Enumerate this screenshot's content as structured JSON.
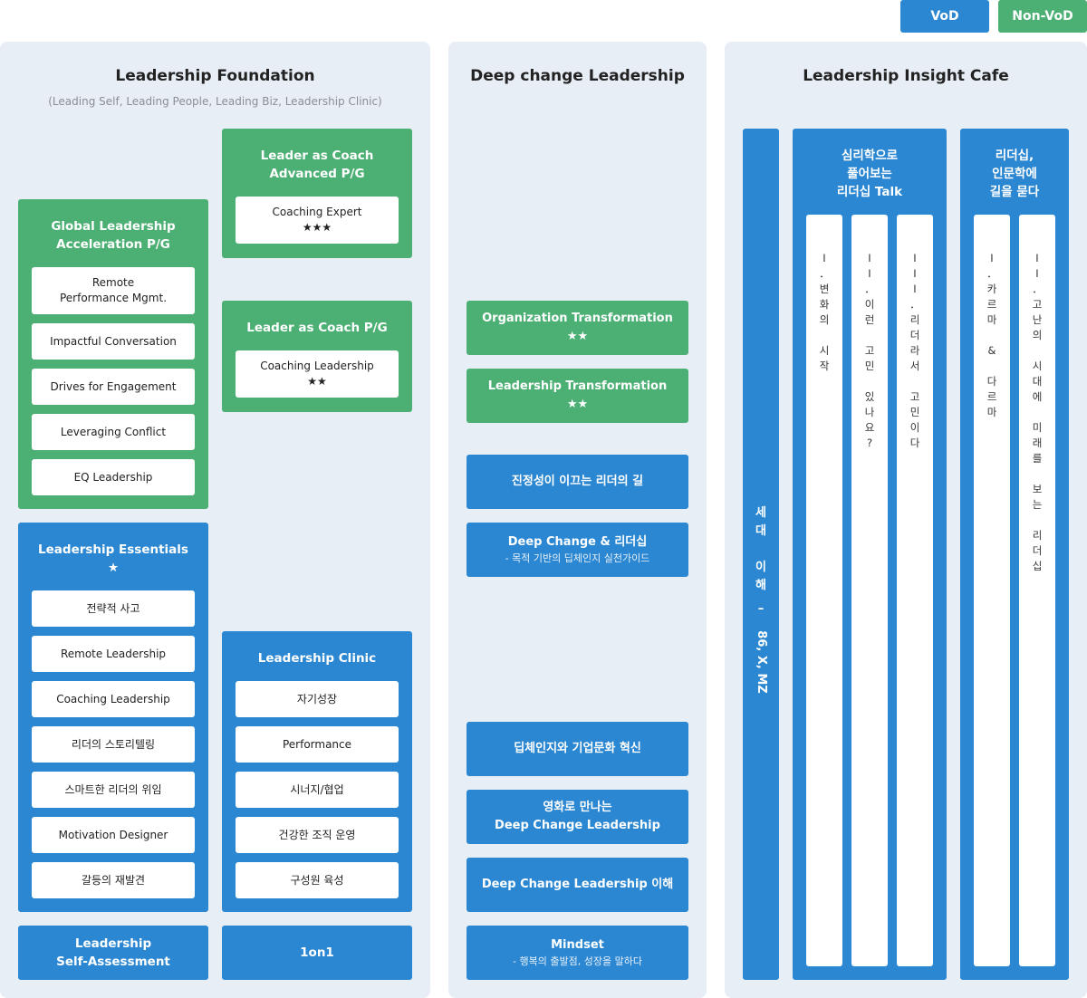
{
  "legend": {
    "vod": "VoD",
    "nonvod": "Non-VoD",
    "vod_color": "#2b87d1",
    "nonvod_color": "#4caf73"
  },
  "foundation": {
    "title": "Leadership Foundation",
    "subtitle": "(Leading Self, Leading People, Leading Biz, Leadership Clinic)",
    "coach_adv": {
      "title": "Leader as Coach\nAdvanced P/G",
      "item": "Coaching Expert\n★★★"
    },
    "coach": {
      "title": "Leader as Coach P/G",
      "item": "Coaching Leadership\n★★"
    },
    "global": {
      "title": "Global Leadership\nAcceleration P/G",
      "items": [
        "Remote\nPerformance Mgmt.",
        "Impactful Conversation",
        "Drives for Engagement",
        "Leveraging Conflict",
        "EQ Leadership"
      ]
    },
    "essentials": {
      "title": "Leadership Essentials\n★",
      "items": [
        "전략적 사고",
        "Remote Leadership",
        "Coaching Leadership",
        "리더의 스토리텔링",
        "스마트한 리더의 위임",
        "Motivation Designer",
        "갈등의 재발견"
      ]
    },
    "clinic": {
      "title": "Leadership Clinic",
      "items": [
        "자기성장",
        "Performance",
        "시너지/협업",
        "건강한 조직 운영",
        "구성원 육성"
      ]
    },
    "self_assessment": "Leadership\nSelf-Assessment",
    "one_on_one": "1on1"
  },
  "deep": {
    "title": "Deep change Leadership",
    "items": [
      {
        "title": "Organization Transformation\n★★",
        "sub": "",
        "color": "green"
      },
      {
        "title": "Leadership Transformation\n★★",
        "sub": "",
        "color": "green"
      },
      {
        "title": "진정성이 이끄는 리더의 길",
        "sub": "",
        "color": "blue"
      },
      {
        "title": "Deep Change & 리더십",
        "sub": "- 목적 기반의 딥체인지 실천가이드",
        "color": "blue"
      },
      {
        "title": "딥체인지와 기업문화 혁신",
        "sub": "",
        "color": "blue"
      },
      {
        "title": "영화로 만나는\nDeep Change Leadership",
        "sub": "",
        "color": "blue"
      },
      {
        "title": "Deep Change Leadership 이해",
        "sub": "",
        "color": "blue"
      },
      {
        "title": "Mindset",
        "sub": "- 행복의 출발점, 성장을 말하다",
        "color": "blue"
      }
    ]
  },
  "cafe": {
    "title": "Leadership Insight Cafe",
    "generation": {
      "line1": "세대",
      "line2": "이해",
      "dash": "–",
      "rest": "86, X, MZ"
    },
    "psych": {
      "title": "심리학으로\n풀어보는\n리더십 Talk",
      "cols": [
        "I．변화의 시작",
        "II．이런 고민 있나요?",
        "III．리더라서 고민이다"
      ]
    },
    "human": {
      "title": "리더십,\n인문학에\n길을 묻다",
      "cols": [
        "I．카르마 & 다르마",
        "II．고난의 시대에 미래를 보는 리더십"
      ]
    }
  }
}
